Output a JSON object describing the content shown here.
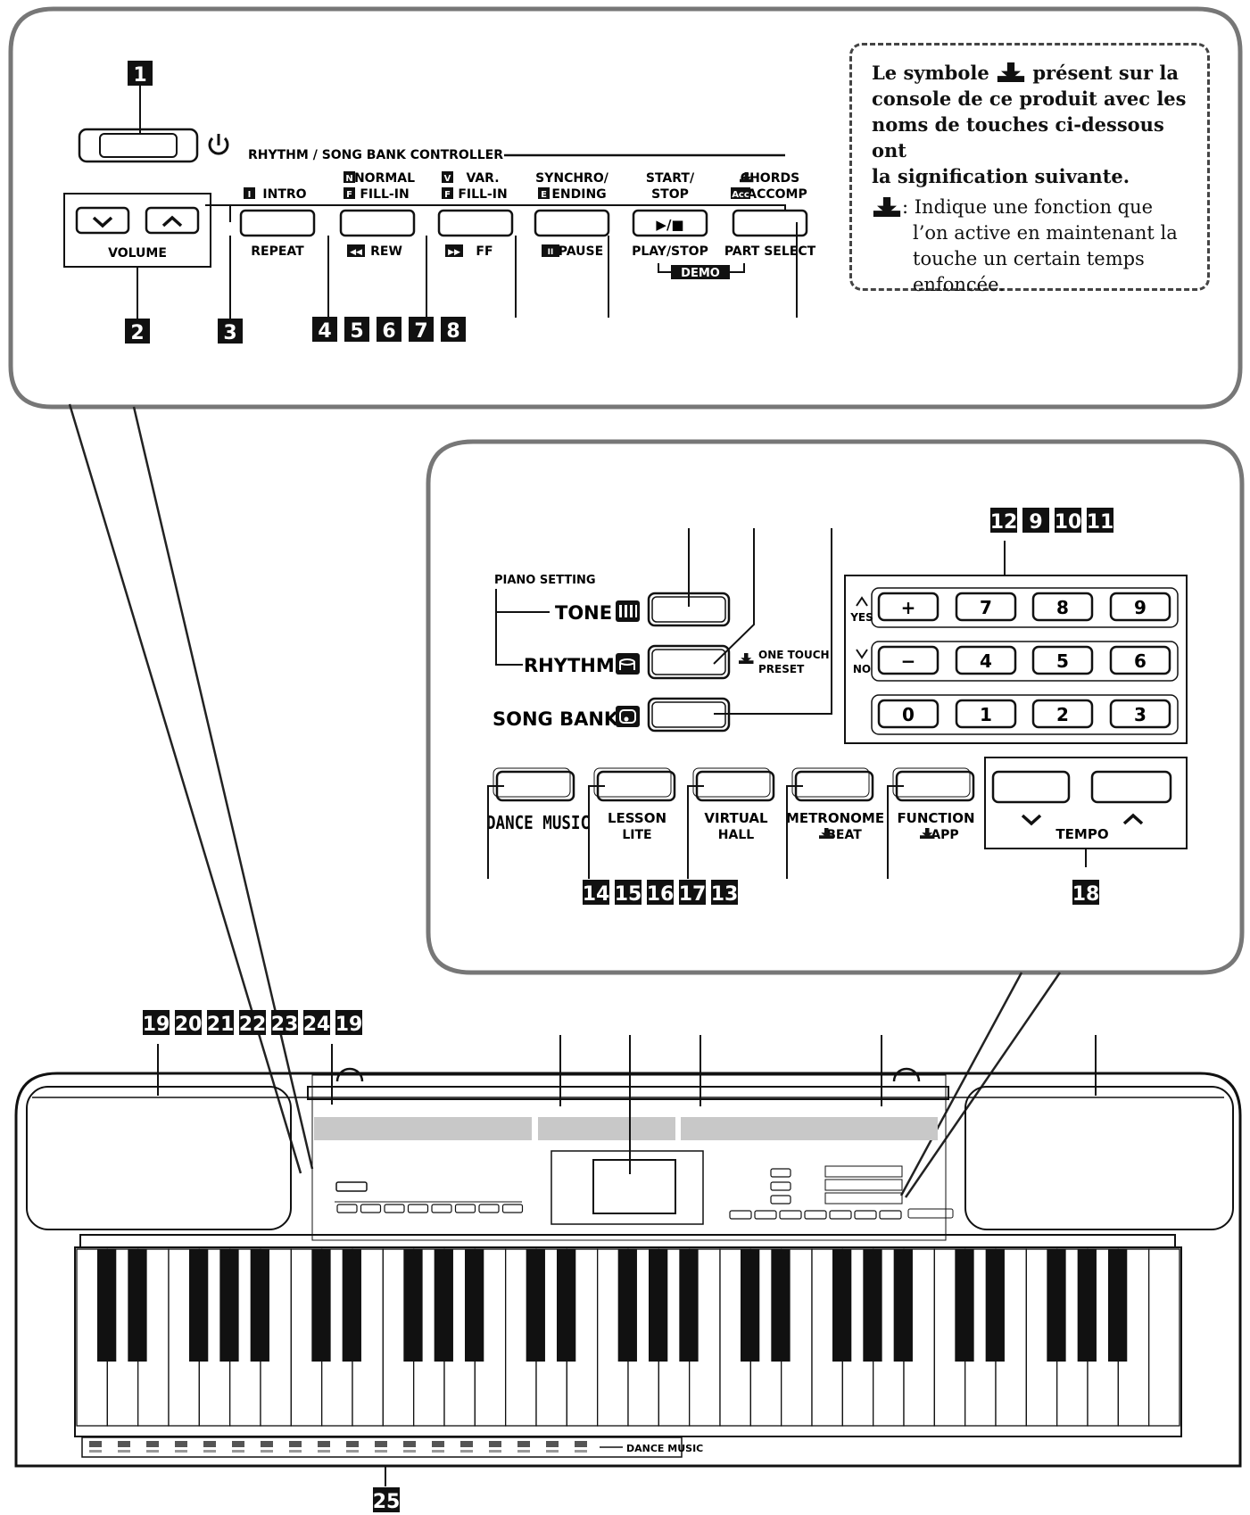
{
  "top": {
    "controller_title": "RHYTHM / SONG BANK CONTROLLER",
    "volume_label": "VOLUME",
    "buttons": [
      {
        "top1": "",
        "top2": "INTRO",
        "top2_prefix": "I",
        "bottom": "REPEAT",
        "bottom_prefix": ""
      },
      {
        "top1": "NORMAL",
        "top1_prefix": "N",
        "top2": "FILL-IN",
        "top2_prefix": "F",
        "bottom": "REW",
        "bottom_prefix": "◀◀"
      },
      {
        "top1": "VAR.",
        "top1_prefix": "V",
        "top2": "FILL-IN",
        "top2_prefix": "F",
        "bottom": "FF",
        "bottom_prefix": "▶▶"
      },
      {
        "top1": "SYNCHRO/",
        "top2": "ENDING",
        "top2_prefix": "E",
        "bottom": "PAUSE",
        "bottom_prefix": "II"
      },
      {
        "top1": "START/",
        "top2": "STOP",
        "bottom": "PLAY/STOP",
        "face": "▶/■"
      },
      {
        "top1": "CHORDS",
        "top2": "ACCOMP",
        "top2_prefix": "Acc",
        "bottom": "PART SELECT"
      }
    ],
    "demo_label": "DEMO",
    "callouts": [
      "1",
      "2",
      "3",
      "4",
      "5",
      "6",
      "7",
      "8"
    ]
  },
  "note": {
    "line1a": "Le symbole",
    "line1b": "présent sur la",
    "line2": "console de ce produit avec les",
    "line3": "noms de touches ci-dessous ont",
    "line4": "la signification suivante.",
    "desc1": ": Indique une fonction que",
    "desc2": "l’on active en maintenant la",
    "desc3": "touche un certain temps",
    "desc4": "enfoncée."
  },
  "middle": {
    "piano_setting": "PIANO SETTING",
    "tone": "TONE",
    "rhythm": "RHYTHM",
    "song_bank": "SONG BANK",
    "one_touch_1": "ONE TOUCH",
    "one_touch_2": "PRESET",
    "yes": "YES",
    "no": "NO",
    "keypad": [
      [
        "+",
        "7",
        "8",
        "9"
      ],
      [
        "−",
        "4",
        "5",
        "6"
      ],
      [
        "0",
        "1",
        "2",
        "3"
      ]
    ],
    "bottom_buttons": [
      {
        "l1": "DANCE MUSIC",
        "l2": ""
      },
      {
        "l1": "LESSON",
        "l2": "LITE"
      },
      {
        "l1": "VIRTUAL",
        "l2": "HALL"
      },
      {
        "l1": "METRONOME",
        "l2": "BEAT"
      },
      {
        "l1": "FUNCTION",
        "l2": "APP"
      }
    ],
    "tempo": "TEMPO",
    "callouts_keypad": [
      "12",
      "9",
      "10",
      "11"
    ],
    "callouts_bottom": [
      "14",
      "15",
      "16",
      "17",
      "13"
    ],
    "callout_tempo": "18"
  },
  "keyboard": {
    "callouts": [
      "19",
      "20",
      "21",
      "22",
      "23",
      "24",
      "19"
    ],
    "callout_bottom": "25",
    "white_keys": 36,
    "strip_label": "DANCE MUSIC"
  }
}
